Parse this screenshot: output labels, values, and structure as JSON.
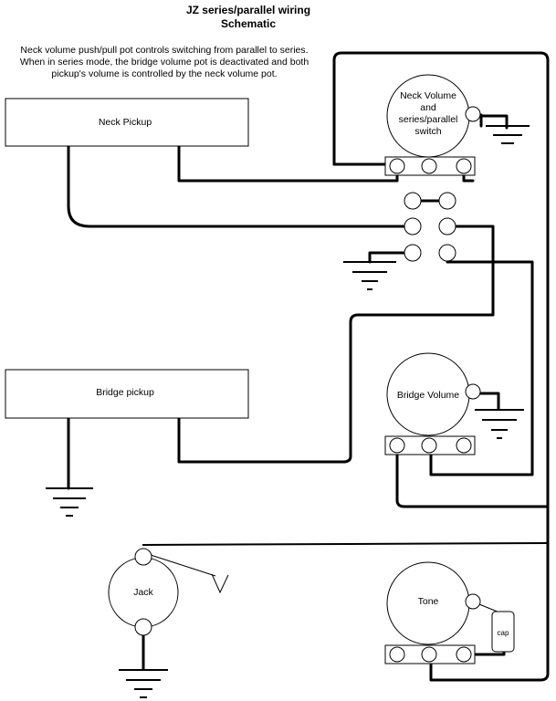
{
  "title": {
    "line1": "JZ series/parallel wiring",
    "line2": "Schematic"
  },
  "note": [
    "Neck volume push/pull pot controls switching from parallel to series.",
    "When in series mode, the bridge volume pot is deactivated and both",
    "pickup's volume is controlled by the neck volume pot."
  ],
  "components": {
    "neck_pickup": "Neck Pickup",
    "bridge_pickup": "Bridge pickup",
    "neck_pot": [
      "Neck Volume",
      "and",
      "series/parallel",
      "switch"
    ],
    "bridge_pot": "Bridge Volume",
    "tone_pot": "Tone",
    "jack": "Jack",
    "capacitor": "cap"
  },
  "colors": {
    "ink": "#000000",
    "background": "#ffffff"
  }
}
